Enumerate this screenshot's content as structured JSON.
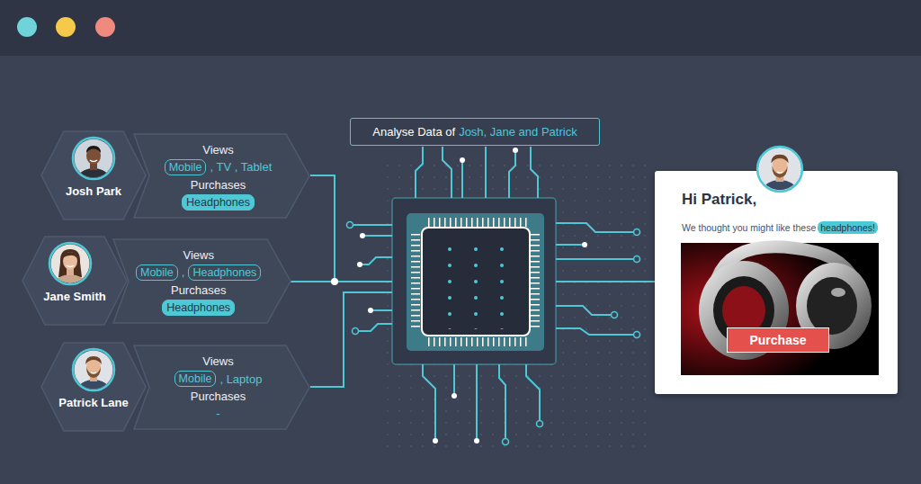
{
  "diagram": {
    "nodes": [
      {
        "text": [
          "Josh Park"
        ]
      },
      {
        "text": [
          "Views",
          ", TV , Tablet",
          "Purchases"
        ]
      },
      {
        "text": [
          "Mobile"
        ],
        "in": 1
      },
      {
        "text": [
          "Headphones"
        ],
        "in": 1
      },
      {
        "text": [
          "Jane Smith"
        ]
      },
      {
        "text": [
          "Views",
          ",",
          "Purchases"
        ]
      },
      {
        "text": [
          "Mobile"
        ],
        "in": 5
      },
      {
        "text": [
          "Headphones"
        ],
        "in": 5
      },
      {
        "text": [
          "Headphones"
        ],
        "in": 5
      },
      {
        "text": [
          "Patrick Lane"
        ]
      },
      {
        "text": [
          "Views",
          ", Laptop",
          "Purchases",
          "-"
        ]
      },
      {
        "text": [
          "Mobile"
        ],
        "in": 10
      },
      {
        "text": [
          "Analyse Data of",
          "Josh, Jane and Patrick"
        ]
      },
      {
        "text": [
          "Hi Patrick,",
          "We thought you might like these"
        ]
      },
      {
        "text": [
          "headphones!"
        ],
        "in": 13
      },
      {
        "text": [
          "Purchase"
        ],
        "in": 13
      }
    ]
  }
}
